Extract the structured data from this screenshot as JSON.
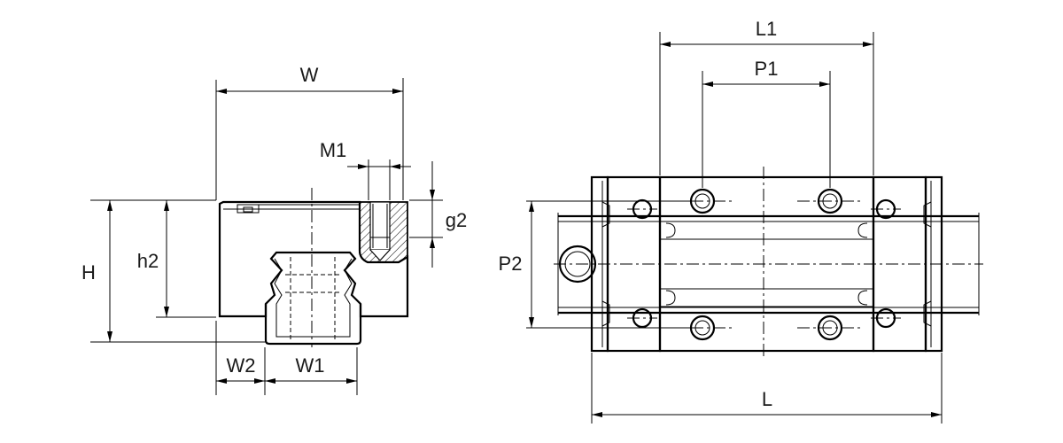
{
  "colors": {
    "line": "#000000",
    "text": "#1a1a1a",
    "background": "#ffffff"
  },
  "labels": {
    "W": "W",
    "M1": "M1",
    "g2": "g2",
    "H": "H",
    "h2": "h2",
    "W2": "W2",
    "W1": "W1",
    "L1": "L1",
    "P1": "P1",
    "P2": "P2",
    "L": "L"
  }
}
